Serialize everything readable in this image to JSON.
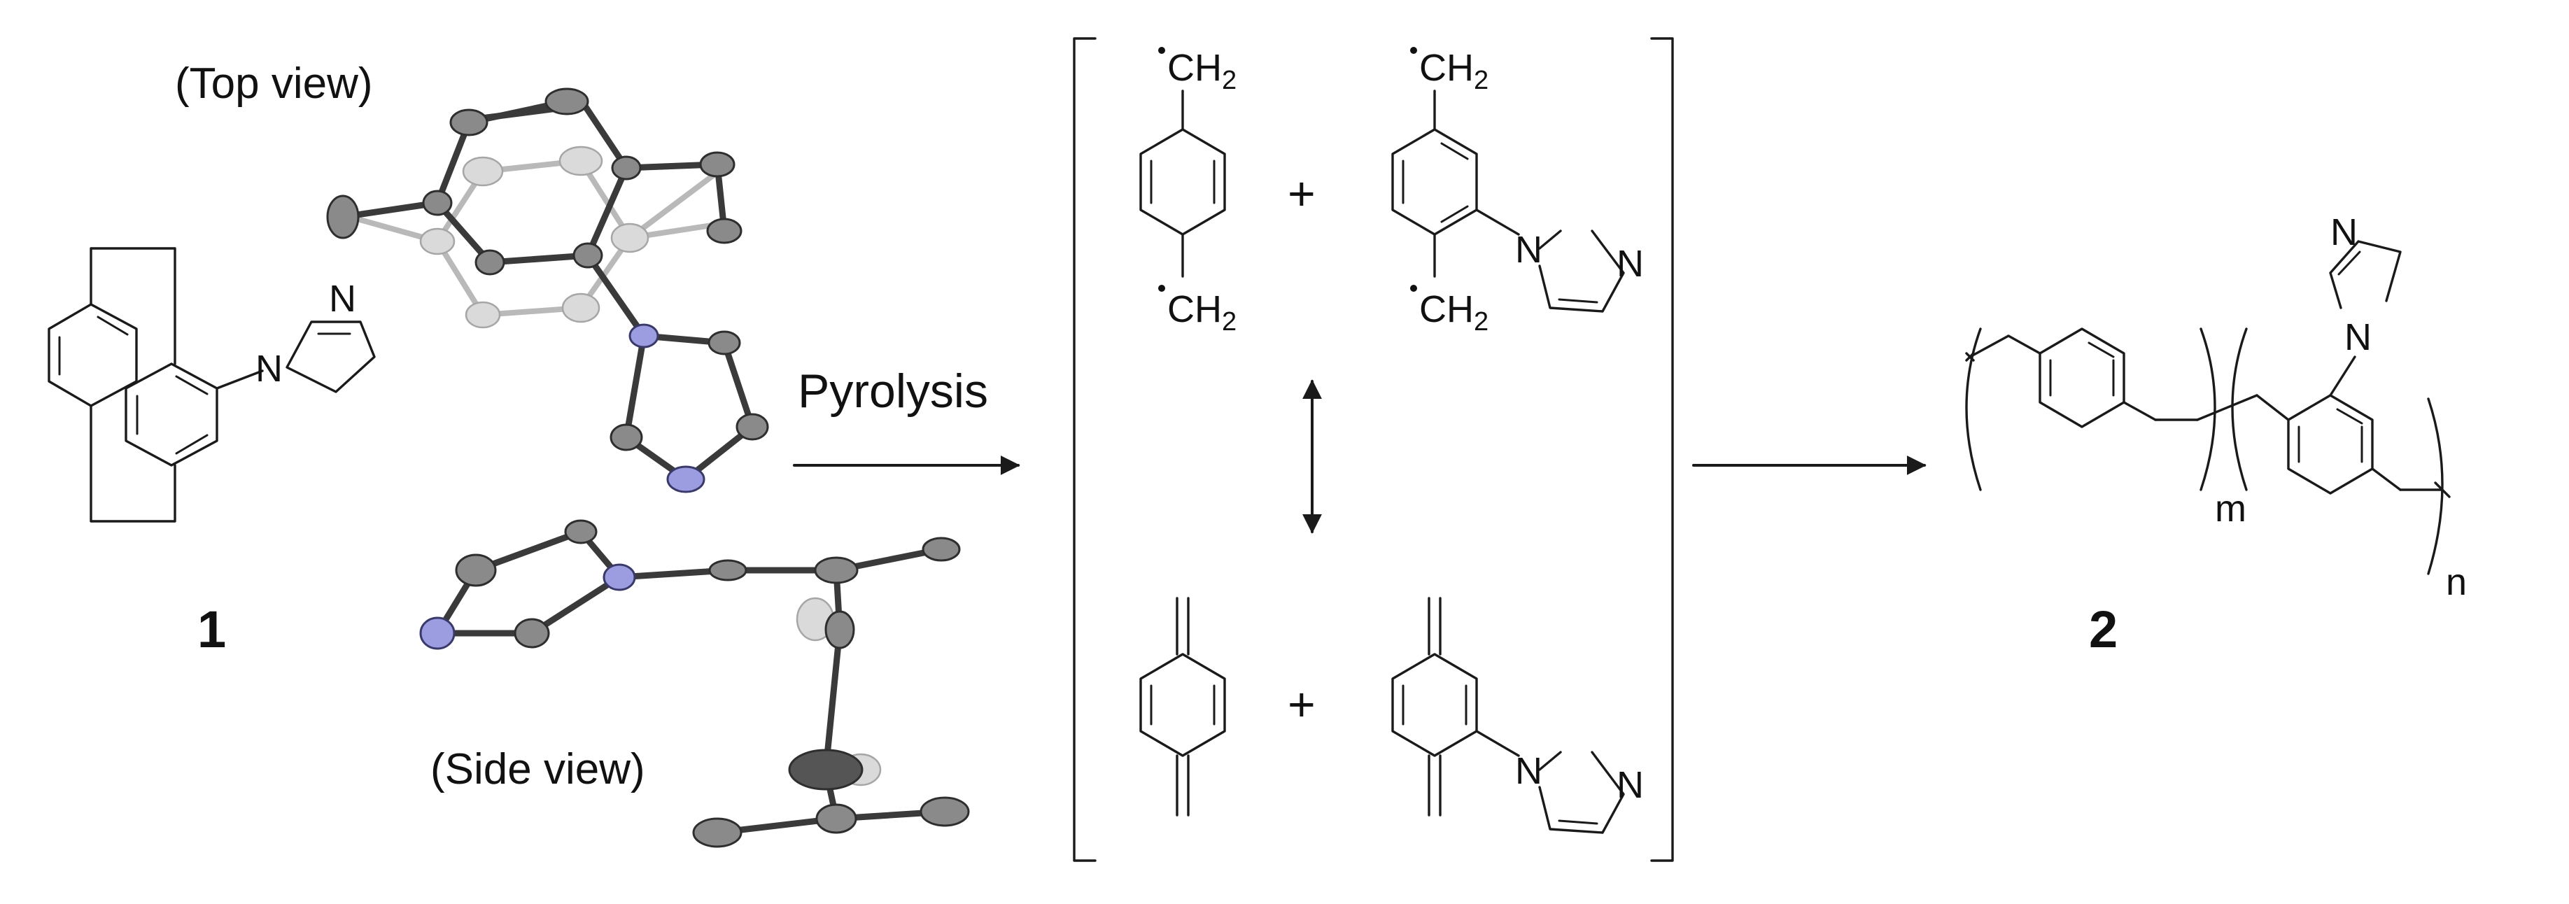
{
  "labels": {
    "top_view": "(Top view)",
    "side_view": "(Side view)",
    "pyrolysis": "Pyrolysis",
    "compound_1": "1",
    "compound_2": "2",
    "plus": "+",
    "radical_ch2": "CH",
    "subscript_2": "2",
    "nitrogen": "N",
    "repeat_m": "m",
    "repeat_n": "n"
  },
  "colors": {
    "bond": "#1a1a1a",
    "carbon_atom": "#8a8a8a",
    "nitrogen_atom": "#9c9ce0",
    "background": "#ffffff"
  }
}
